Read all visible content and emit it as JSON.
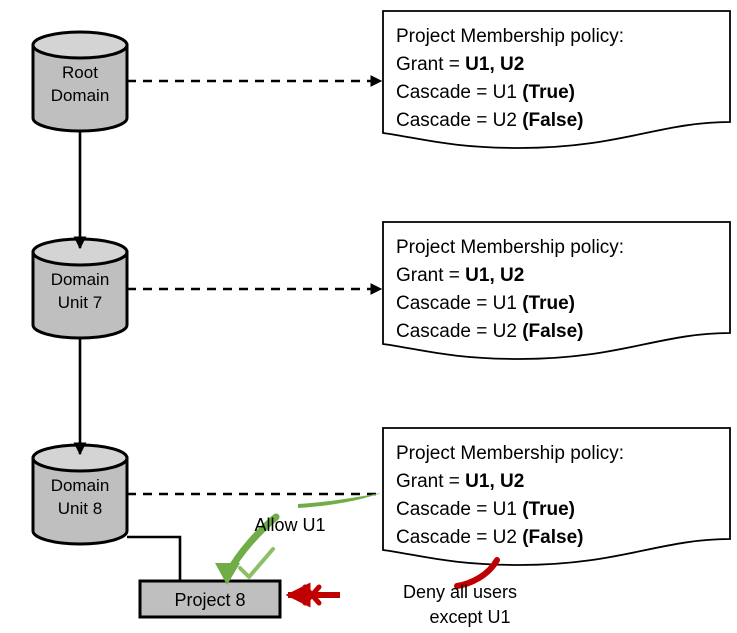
{
  "diagram": {
    "title": "Domain hierarchy project membership policy cascade",
    "colors": {
      "cylinder_fill": "#bfbfbf",
      "cylinder_top_fill": "#d4d4d4",
      "cylinder_stroke": "#000000",
      "box_fill": "#bfbfbf",
      "box_stroke": "#000000",
      "note_fill": "#ffffff",
      "note_stroke": "#000000",
      "allow_green": "#70ad47",
      "check_green": "#8cc063",
      "deny_red": "#c00000",
      "line_black": "#000000"
    },
    "nodes": [
      {
        "id": "root-domain",
        "label_line1": "Root",
        "label_line2": "Domain"
      },
      {
        "id": "domain-unit-7",
        "label_line1": "Domain",
        "label_line2": "Unit 7"
      },
      {
        "id": "domain-unit-8",
        "label_line1": "Domain",
        "label_line2": "Unit 8"
      }
    ],
    "project_box": {
      "id": "project-8",
      "label": "Project 8"
    },
    "notes": [
      {
        "id": "policy-note-root",
        "title": "Project Membership policy:",
        "grant_label": "Grant = ",
        "grant_value": "U1, U2",
        "cascade1_label": "Cascade = U1 ",
        "cascade1_value": "(True)",
        "cascade2_label": "Cascade = U2 ",
        "cascade2_value": "(False)"
      },
      {
        "id": "policy-note-unit7",
        "title": "Project Membership policy:",
        "grant_label": "Grant = ",
        "grant_value": "U1, U2",
        "cascade1_label": "Cascade = U1 ",
        "cascade1_value": "(True)",
        "cascade2_label": "Cascade = U2 ",
        "cascade2_value": "(False)"
      },
      {
        "id": "policy-note-unit8",
        "title": "Project Membership policy:",
        "grant_label": "Grant = ",
        "grant_value": "U1, U2",
        "cascade1_label": "Cascade = U1 ",
        "cascade1_value": "(True)",
        "cascade2_label": "Cascade = U2 ",
        "cascade2_value": "(False)"
      }
    ],
    "annotations": {
      "allow": "Allow U1",
      "deny_line1": "Deny all users",
      "deny_line2": "except U1"
    }
  }
}
